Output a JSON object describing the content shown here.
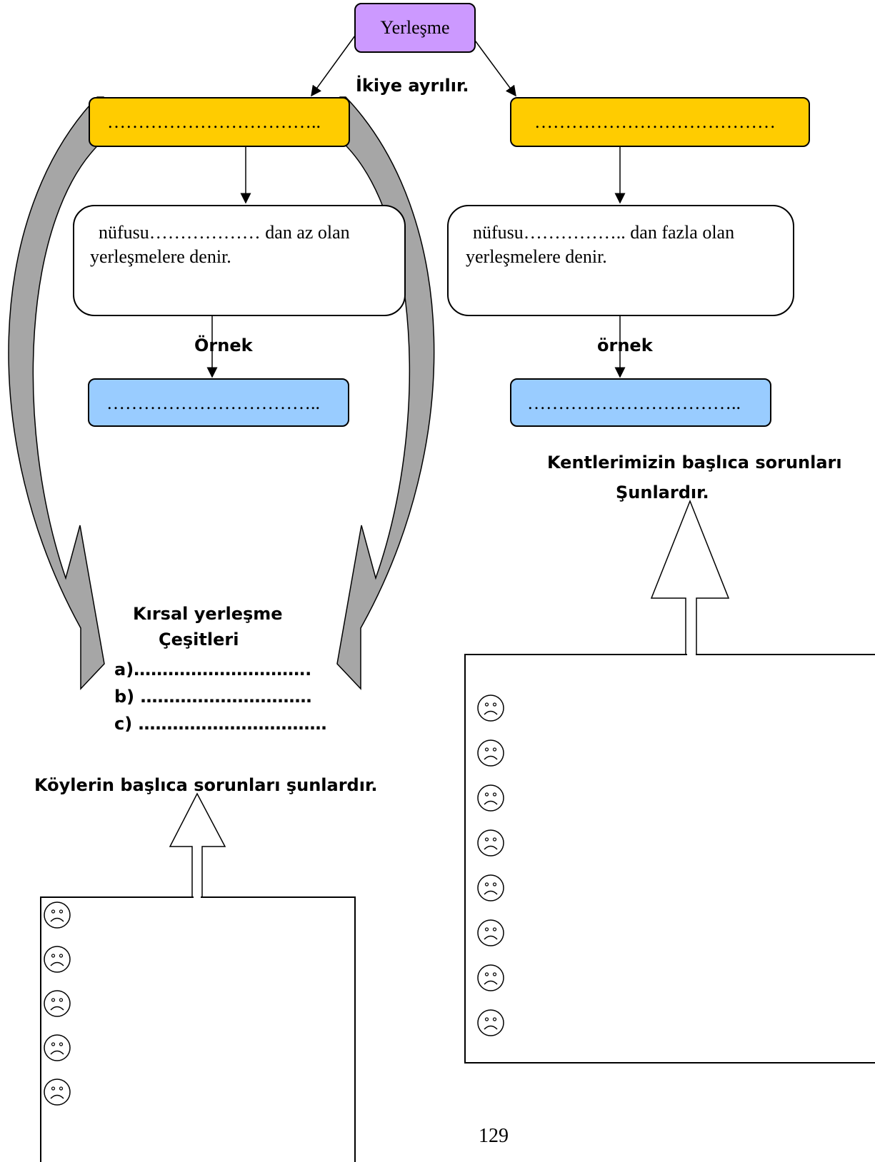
{
  "root": {
    "label": "Yerleşme"
  },
  "split_label": "İkiye ayrılır.",
  "left": {
    "type_box": "……………………………..",
    "definition_prefix": "nüfusu……………… dan az olan",
    "definition_suffix": "yerleşmelere denir.",
    "example_label": "Örnek",
    "example_box": "……………………………..",
    "types_title_line1": "Kırsal yerleşme",
    "types_title_line2": "Çeşitleri",
    "types_items": [
      "a)………………………….",
      "b) …………………………",
      "c) ……………………………"
    ],
    "problems_title": "Köylerin başlıca sorunları şunlardır.",
    "problem_count": 5
  },
  "right": {
    "type_box": "…………………………………",
    "definition_prefix": "nüfusu…………….. dan fazla olan",
    "definition_suffix": "yerleşmelere denir.",
    "example_label": "örnek",
    "example_box": "……………………………..",
    "problems_title_line1": "Kentlerimizin başlıca sorunları",
    "problems_title_line2": "Şunlardır.",
    "problem_count": 8
  },
  "page_number": "129"
}
